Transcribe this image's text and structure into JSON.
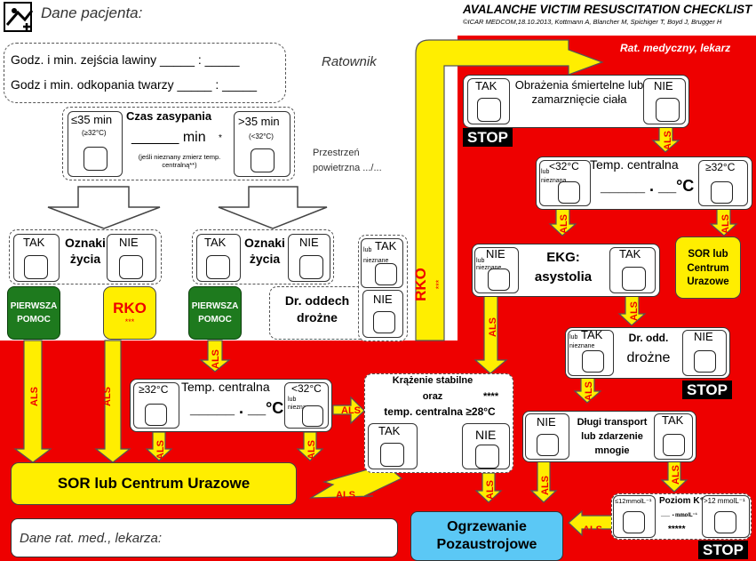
{
  "header": {
    "title": "AVALANCHE VICTIM RESUSCITATION CHECKLIST",
    "credit": "©ICAR MEDCOM,18.10.2013, Kottmann A, Blancher M, Spichiger T, Boyd J, Brugger H",
    "patient_label": "Dane pacjenta:",
    "logo_icon": "avalanche-victim-icon"
  },
  "left": {
    "burial_time": "Godz. i min. zejścia lawiny _____ : _____",
    "extrication_time": "Godz i min. odkopania twarzy _____ : _____",
    "rescuer": "Ratownik",
    "burial_duration": {
      "title": "Czas zasypania",
      "left_opt": "≤35 min",
      "left_sub": "(≥32°C)",
      "right_opt": ">35 min",
      "right_sub": "(<32°C)",
      "blank": "______ min",
      "star": "*",
      "note": "(jeśli nieznany zmierz temp. centralną**)"
    },
    "air_space": "Przestrzeń powietrzna .../...",
    "signs_of_life_1": {
      "yes": "TAK",
      "label1": "Oznaki",
      "label2": "życia",
      "no": "NIE"
    },
    "signs_of_life_2": {
      "yes": "TAK",
      "label1": "Oznaki",
      "label2": "życia",
      "no": "NIE"
    },
    "first_aid_1": "PIERWSZA POMOC",
    "first_aid_2": "PIERWSZA POMOC",
    "cpr": "RKO",
    "cpr_stars": "***",
    "airway": {
      "yes": "TAK",
      "yes_sub1": "lub",
      "yes_sub2": "nieznane",
      "title1": "Dr. oddech",
      "title2": "drożne",
      "no": "NIE"
    },
    "cpr_vertical": "RKO",
    "cpr_vertical_stars": "***"
  },
  "right": {
    "header": "Rat. medyczny, lekarz",
    "injuries": {
      "yes": "TAK",
      "title": "Obrażenia śmiertelne lub zamarznięcie ciała",
      "no": "NIE",
      "stop": "STOP"
    },
    "core_temp_top": {
      "left": "<32°C",
      "left_sub1": "lub",
      "left_sub2": "nieznana",
      "title": "Temp. centralna",
      "blank": "_____ . __°C",
      "right": "≥32°C"
    },
    "sor_small": "SOR lub Centrum Urazowe",
    "ecg": {
      "no": "NIE",
      "no_sub1": "lub",
      "no_sub2": "nieznane",
      "title1": "EKG:",
      "title2": "asystolia",
      "yes": "TAK"
    },
    "airway2": {
      "yes": "TAK",
      "yes_sub1": "lub",
      "yes_sub2": "nieznane",
      "title1": "Dr. odd.",
      "title2": "drożne",
      "no": "NIE",
      "stop": "STOP"
    },
    "core_temp_mid": {
      "left": "≥32°C",
      "title": "Temp. centralna",
      "blank": "_____ . __°C",
      "right": "<32°C",
      "right_sub1": "lub",
      "right_sub2": "nieznana"
    },
    "stable": {
      "title1": "Krążenie stabilne",
      "title2": "oraz",
      "title3": "temp. centralna ≥28°C",
      "stars": "****",
      "yes": "TAK",
      "no": "NIE"
    },
    "transport": {
      "no": "NIE",
      "title1": "Długi transport",
      "title2": "lub zdarzenie",
      "title3": "mnogie",
      "yes": "TAK"
    },
    "potassium": {
      "left": "≤12mmolL⁻¹",
      "title": "Poziom K⁺",
      "right": ">12 mmolL⁻¹",
      "blank": "__ . __",
      "unit": "mmolL⁻¹",
      "stars": "*****",
      "stop": "STOP"
    },
    "sor_big": "SOR lub Centrum Urazowe",
    "ecmo1": "Ogrzewanie",
    "ecmo2": "Pozaustrojowe",
    "doctor_data": "Dane rat. med., lekarza:"
  },
  "als": "ALS",
  "colors": {
    "red": "#ee0000",
    "yellow": "#ffee00",
    "green": "#1e7a1e",
    "blue": "#5bc8f5"
  }
}
